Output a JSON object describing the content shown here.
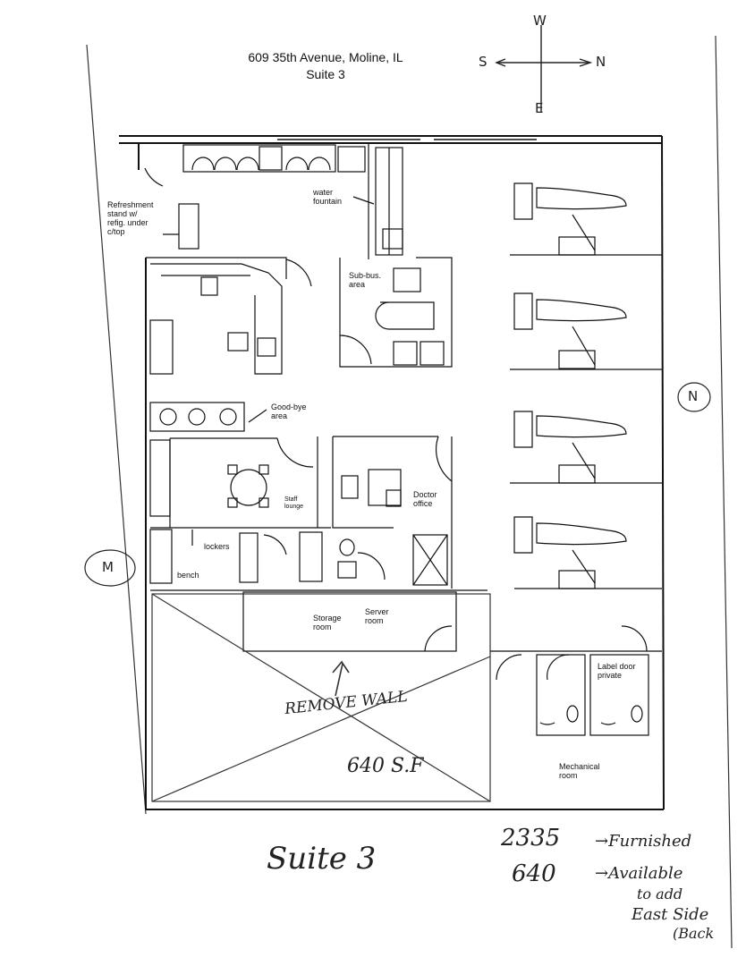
{
  "header": {
    "address": "609 35th Avenue, Moline, IL",
    "suite": "Suite 3"
  },
  "compass": {
    "west": "W",
    "south": "S",
    "north": "N",
    "east": "E"
  },
  "markers": {
    "right": "N",
    "left": "M"
  },
  "labels": {
    "refreshment": "Refreshment\nstand w/\nrefig. under\nc/top",
    "water_fountain": "water\nfountain",
    "sub_bus": "Sub-bus.\narea",
    "goodbye": "Good-bye\narea",
    "staff_lounge": "Staff\nlounge",
    "doctor_office": "Doctor\noffice",
    "lockers": "lockers",
    "bench": "bench",
    "storage": "Storage\nroom",
    "server": "Server\nroom",
    "label_door": "Label door\nprivate",
    "mechanical": "Mechanical\nroom"
  },
  "handwritten": {
    "remove_wall": "REMOVE WALL",
    "sf": "640 S.F",
    "suite": "Suite 3",
    "furnished_num": "2335",
    "furnished": "→Furnished",
    "available_num": "640",
    "available": "→Available",
    "to_add": "to add",
    "east_side": "East Side",
    "back": "(Back"
  },
  "colors": {
    "ink": "#111111",
    "pencil": "#333333",
    "paper": "#ffffff"
  }
}
